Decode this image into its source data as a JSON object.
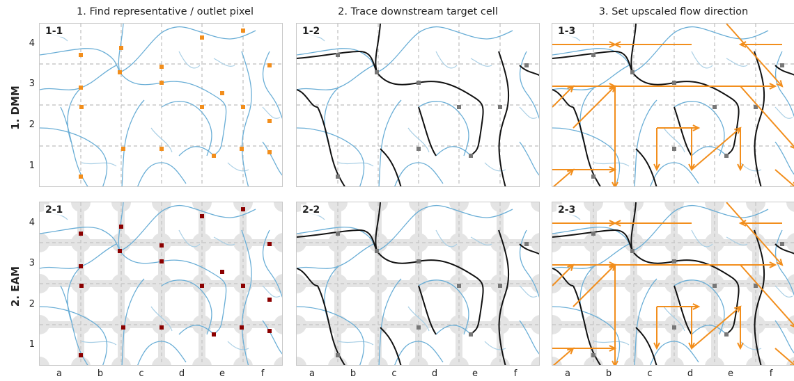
{
  "columns": [
    "1. Find representative / outlet pixel",
    "2. Trace downstream target cell",
    "3. Set upscaled flow direction"
  ],
  "rows": [
    "1. DMM",
    "2. EAM"
  ],
  "panels": [
    [
      "1-1",
      "1-2",
      "1-3"
    ],
    [
      "2-1",
      "2-2",
      "2-3"
    ]
  ],
  "y_ticks": [
    "1",
    "2",
    "3",
    "4"
  ],
  "x_ticks": [
    "a",
    "b",
    "c",
    "d",
    "e",
    "f"
  ],
  "colors": {
    "river": "#6aaed6",
    "river_light": "#a9cfe5",
    "grid_dashed": "#c8c8c8",
    "dmm_outlet": "#f28e1c",
    "eam_outlet": "#8b0000",
    "traced_path": "#111111",
    "flow_arrow": "#f28e1c",
    "eam_mask": "#e4e4e4",
    "target_pixel": "#777777"
  }
}
